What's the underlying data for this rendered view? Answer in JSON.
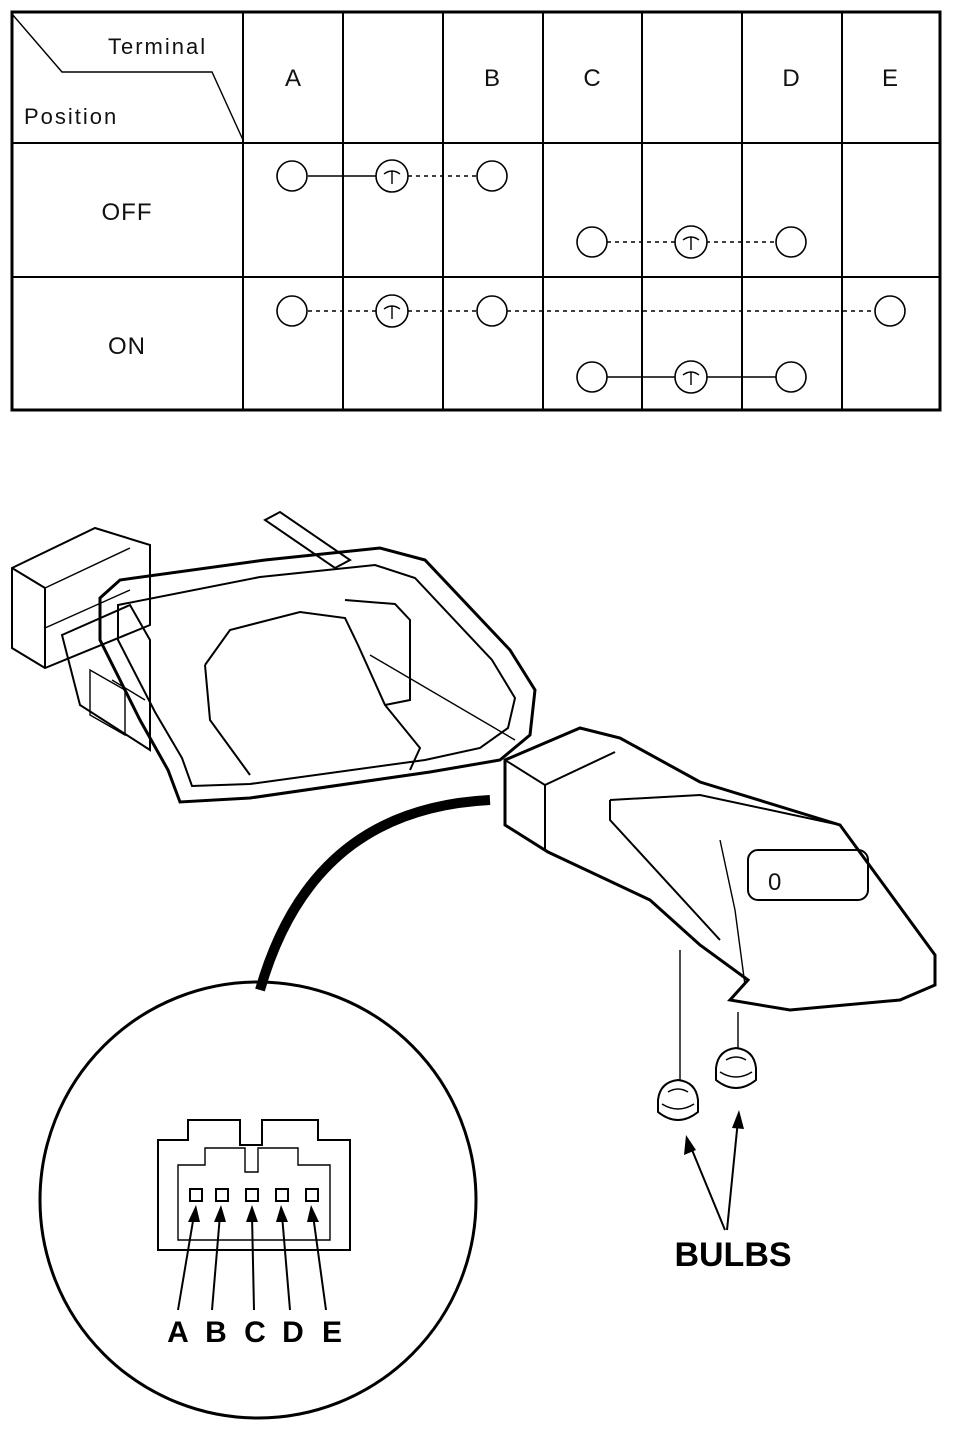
{
  "table": {
    "header_terminal": "Terminal",
    "header_position": "Position",
    "columns": [
      "A",
      "B",
      "C",
      "D",
      "E"
    ],
    "rows": [
      {
        "label": "OFF"
      },
      {
        "label": "ON"
      }
    ]
  },
  "diagram": {
    "bulbs_label": "BULBS",
    "knob_symbol": "0",
    "connector_pins": [
      "A",
      "B",
      "C",
      "D",
      "E"
    ]
  }
}
